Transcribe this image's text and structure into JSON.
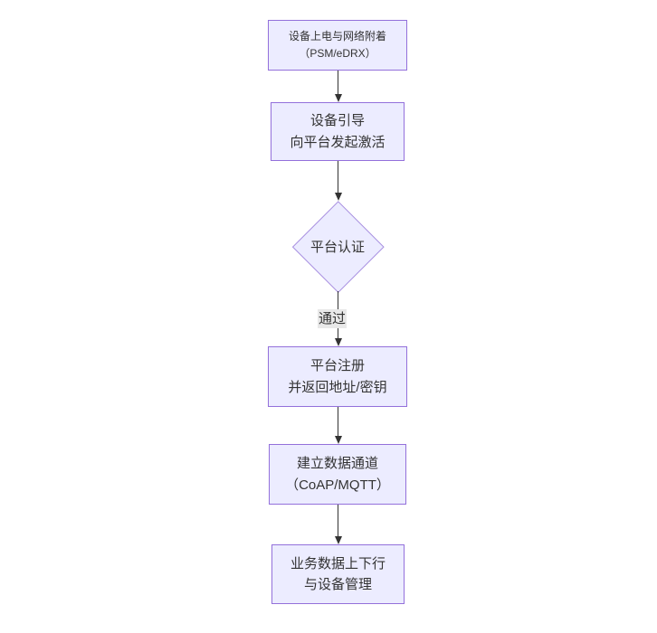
{
  "diagram": {
    "type": "flowchart",
    "direction": "top-down",
    "colors": {
      "node_fill": "#ECECFF",
      "node_border": "#9370DB",
      "diamond_border": "#a88fe0",
      "text": "#333333",
      "edge_line": "#333333",
      "edge_label_bg": "#e8e8e8",
      "background": "#ffffff"
    },
    "nodes": [
      {
        "id": "power-network-attach",
        "shape": "rect",
        "lines": [
          "设备上电与网络附着",
          "（PSM/eDRX）"
        ]
      },
      {
        "id": "device-bootstrap",
        "shape": "rect",
        "lines": [
          "设备引导",
          "向平台发起激活"
        ]
      },
      {
        "id": "platform-auth",
        "shape": "diamond",
        "lines": [
          "平台认证"
        ]
      },
      {
        "id": "platform-register",
        "shape": "rect",
        "lines": [
          "平台注册",
          "并返回地址/密钥"
        ]
      },
      {
        "id": "data-channel",
        "shape": "rect",
        "lines": [
          "建立数据通道",
          "（CoAP/MQTT）"
        ]
      },
      {
        "id": "business-data",
        "shape": "rect",
        "lines": [
          "业务数据上下行",
          "与设备管理"
        ]
      }
    ],
    "edges": [
      {
        "from": "power-network-attach",
        "to": "device-bootstrap"
      },
      {
        "from": "device-bootstrap",
        "to": "platform-auth"
      },
      {
        "from": "platform-auth",
        "to": "platform-register",
        "label": "通过"
      },
      {
        "from": "platform-register",
        "to": "data-channel"
      },
      {
        "from": "data-channel",
        "to": "business-data"
      }
    ]
  }
}
